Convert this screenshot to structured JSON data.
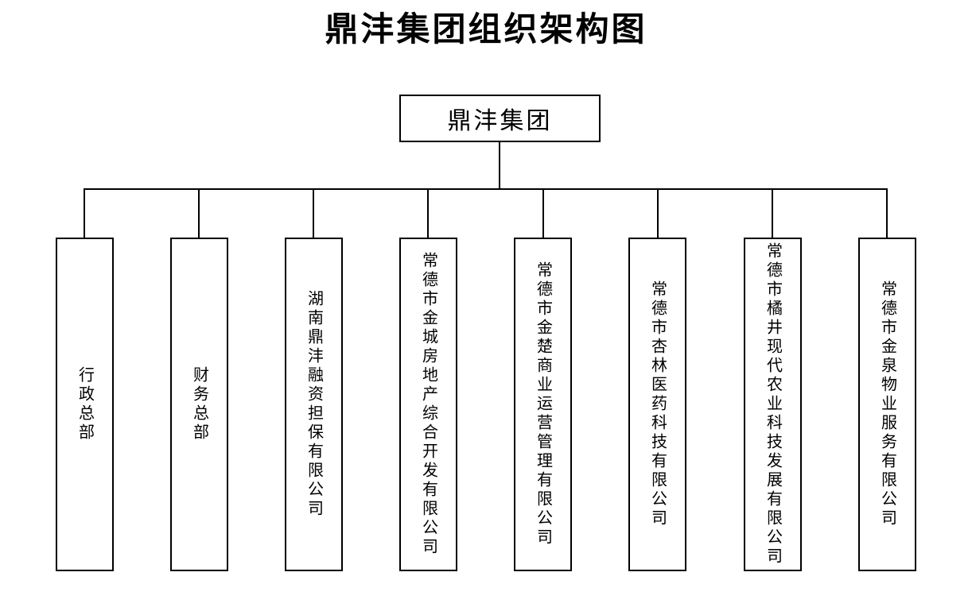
{
  "title": "鼎沣集团组织架构图",
  "org": {
    "root": {
      "label": "鼎沣集团"
    },
    "children": [
      {
        "label": "行政总部"
      },
      {
        "label": "财务总部"
      },
      {
        "label": "湖南鼎沣融资担保有限公司"
      },
      {
        "label": "常德市金城房地产综合开发有限公司"
      },
      {
        "label": "常德市金楚商业运营管理有限公司"
      },
      {
        "label": "常德市杏林医药科技有限公司"
      },
      {
        "label": "常德市橘井现代农业科技发展有限公司"
      },
      {
        "label": "常德市金泉物业服务有限公司"
      }
    ]
  },
  "colors": {
    "line": "#000000",
    "background": "#ffffff",
    "text": "#000000"
  }
}
